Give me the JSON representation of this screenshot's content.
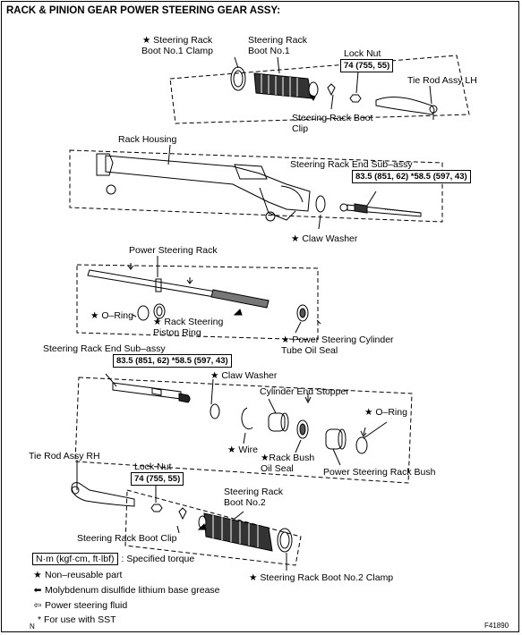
{
  "title": "RACK & PINION GEAR POWER STEERING GEAR ASSY:",
  "labels": {
    "boot_clamp_1": "★ Steering Rack\nBoot No.1 Clamp",
    "boot_1": "Steering Rack\nBoot No.1",
    "lock_nut_top": "Lock Nut",
    "tie_rod_lh": "Tie Rod Assy LH",
    "boot_clip_top": "Steering Rack Boot\nClip",
    "rack_housing": "Rack Housing",
    "end_subassy_top": "Steering Rack End Sub–assy",
    "claw_washer_top": "★ Claw Washer",
    "power_rack": "Power Steering Rack",
    "o_ring_left": "★ O–Ring",
    "piston_ring": "★ Rack Steering\nPiston Ring",
    "tube_oil_seal": "★ Power Steering Cylinder\nTube Oil Seal",
    "end_subassy_bottom": "Steering Rack End Sub–assy",
    "claw_washer_bottom": "★ Claw Washer",
    "cyl_end_stopper": "Cylinder End Stopper",
    "o_ring_right": "★ O–Ring",
    "wire": "★ Wire",
    "rack_bush_seal": "★Rack Bush\nOil Seal",
    "rack_bush": "Power Steering Rack Bush",
    "tie_rod_rh": "Tie Rod Assy RH",
    "lock_nut_bottom": "Lock Nut",
    "boot_2": "Steering Rack\nBoot No.2",
    "boot_clip_bottom": "Steering Rack Boot Clip",
    "boot_clamp_2": "★ Steering Rack Boot No.2 Clamp"
  },
  "torques": {
    "lock_nut_top": "74 (755, 55)",
    "end_top": "83.5 (851, 62)\n*58.5 (597, 43)",
    "end_bottom": "83.5 (851, 62)\n*58.5 (597, 43)",
    "lock_nut_bottom": "74 (755, 55)"
  },
  "legend": {
    "torque_unit": "N·m (kgf·cm, ft·lbf)",
    "torque_text": ": Specified torque",
    "non_reusable": "Non–reusable part",
    "grease": "Molybdenum disulfide lithium base grease",
    "fluid": "Power steering fluid",
    "sst": "* For use with SST"
  },
  "markers": {
    "star": "★",
    "grease_arrow": "⬅",
    "fluid_arrow": "⇦"
  },
  "corner": {
    "n": "N",
    "fig": "F41890"
  }
}
